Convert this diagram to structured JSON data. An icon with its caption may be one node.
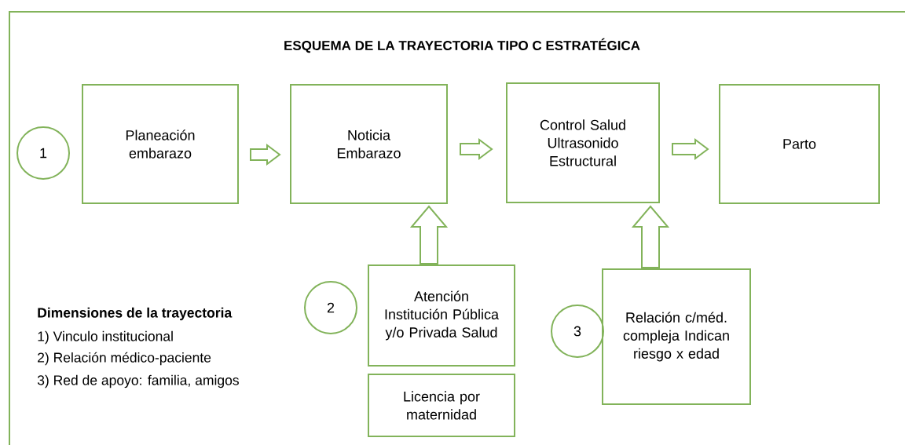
{
  "diagram": {
    "title": "ESQUEMA DE LA TRAYECTORIA TIPO C  ESTRATÉGICA",
    "nodes": [
      {
        "text": [
          "1"
        ]
      },
      {
        "text": [
          "Planeación embarazo"
        ]
      },
      {
        "text": [
          "Noticia Embarazo"
        ]
      },
      {
        "text": [
          "Control Salud Ultrasonido Estructural"
        ]
      },
      {
        "text": [
          "Parto"
        ]
      },
      {
        "text": [
          "2"
        ]
      },
      {
        "text": [
          "Atención Institución Pública y/o Privada Salud"
        ]
      },
      {
        "text": [
          "Licencia por maternidad"
        ]
      },
      {
        "text": [
          "3"
        ]
      },
      {
        "text": [
          "Relación c/méd. compleja Indican riesgo x edad"
        ]
      }
    ],
    "edges": [
      {
        "from": 1,
        "to": 2,
        "arrow": "to"
      },
      {
        "from": 2,
        "to": 3,
        "arrow": "to"
      },
      {
        "from": 3,
        "to": 4,
        "arrow": "to"
      },
      {
        "from": 6,
        "to": 2,
        "arrow": "to"
      },
      {
        "from": 9,
        "to": 3,
        "arrow": "to"
      }
    ],
    "labels": [
      "Dimensiones de la trayectoria",
      "1) Vinculo institucional",
      "2) Relación médico-paciente",
      "3) Red de apoyo: familia, amigos"
    ]
  }
}
